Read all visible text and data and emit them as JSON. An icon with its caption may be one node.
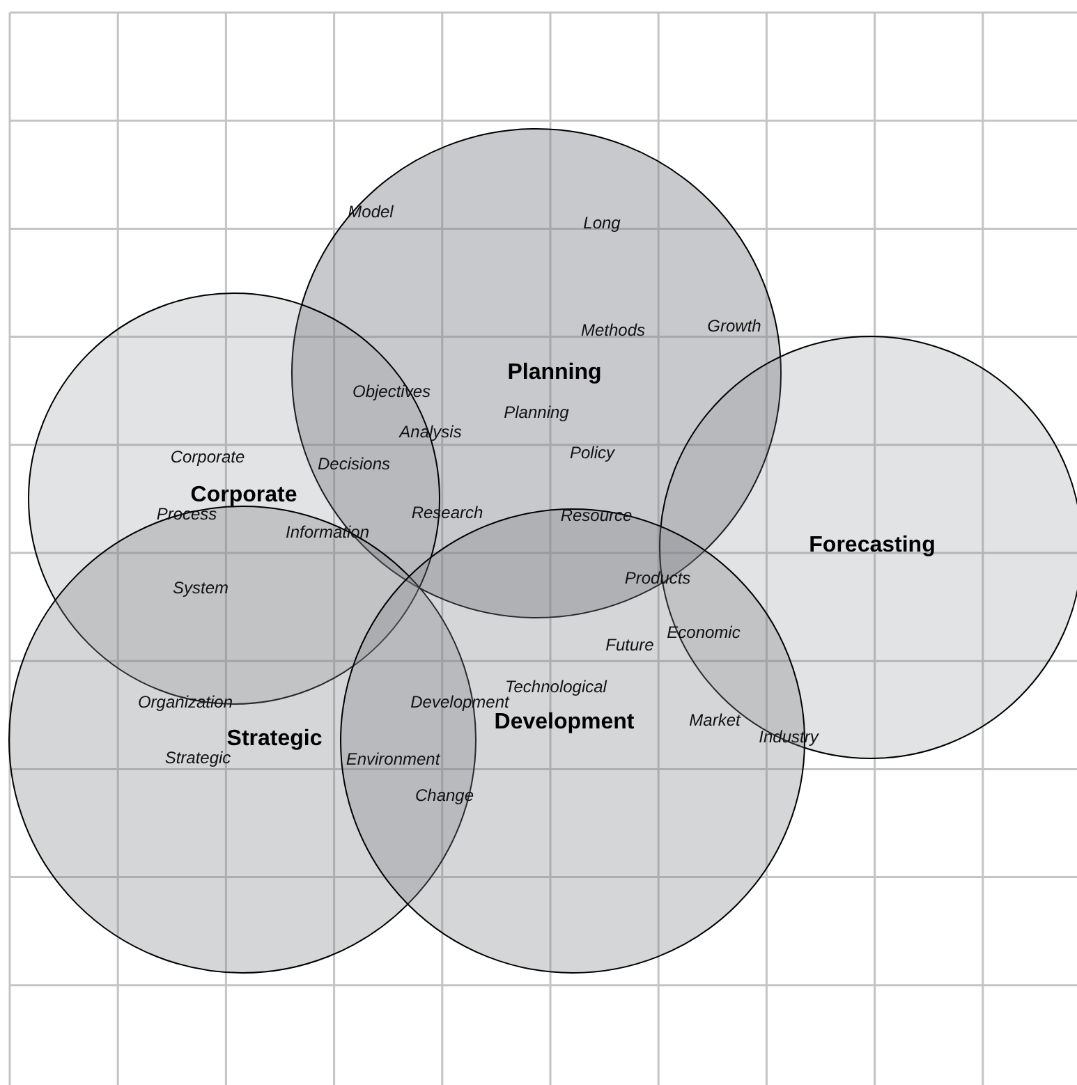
{
  "diagram": {
    "nodes": [
      {
        "text": [
          "Planning"
        ]
      },
      {
        "text": [
          "Corporate"
        ]
      },
      {
        "text": [
          "Forecasting"
        ]
      },
      {
        "text": [
          "Strategic"
        ]
      },
      {
        "text": [
          "Development"
        ]
      }
    ],
    "labels": [
      "Model",
      "Long",
      "Growth",
      "Methods",
      "Objectives",
      "Planning",
      "Analysis",
      "Policy",
      "Corporate",
      "Decisions",
      "Process",
      "Research",
      "Resource",
      "Information",
      "Products",
      "System",
      "Economic",
      "Future",
      "Technological",
      "Organization",
      "Development",
      "Market",
      "Industry",
      "Strategic",
      "Environment",
      "Change"
    ]
  }
}
